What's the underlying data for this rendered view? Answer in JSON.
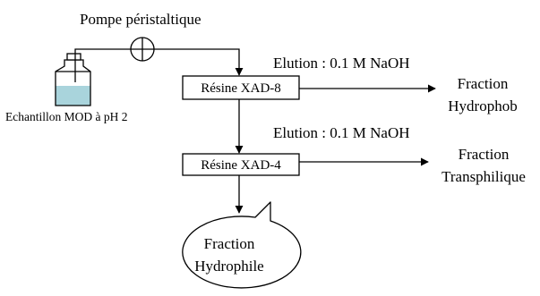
{
  "pump": {
    "label": "Pompe péristaltique"
  },
  "sample": {
    "label": "Echantillon MOD à pH 2"
  },
  "resin_1": {
    "label": "Résine XAD-8"
  },
  "resin_2": {
    "label": "Résine XAD-4"
  },
  "elution_1": {
    "label": "Elution : 0.1 M NaOH"
  },
  "elution_2": {
    "label": "Elution : 0.1 M NaOH"
  },
  "fraction_hydrophobe": {
    "line1": "Fraction",
    "line2": "Hydrophob"
  },
  "fraction_transphilique": {
    "line1": "Fraction",
    "line2": "Transphilique"
  },
  "fraction_hydrophile": {
    "line1": "Fraction",
    "line2": "Hydrophile"
  },
  "colors": {
    "sample_liquid": "#a9d4dc",
    "stroke": "#000000",
    "background": "#ffffff"
  },
  "icons": {
    "pump": "circle-plus-icon",
    "sample": "bottle-icon"
  }
}
